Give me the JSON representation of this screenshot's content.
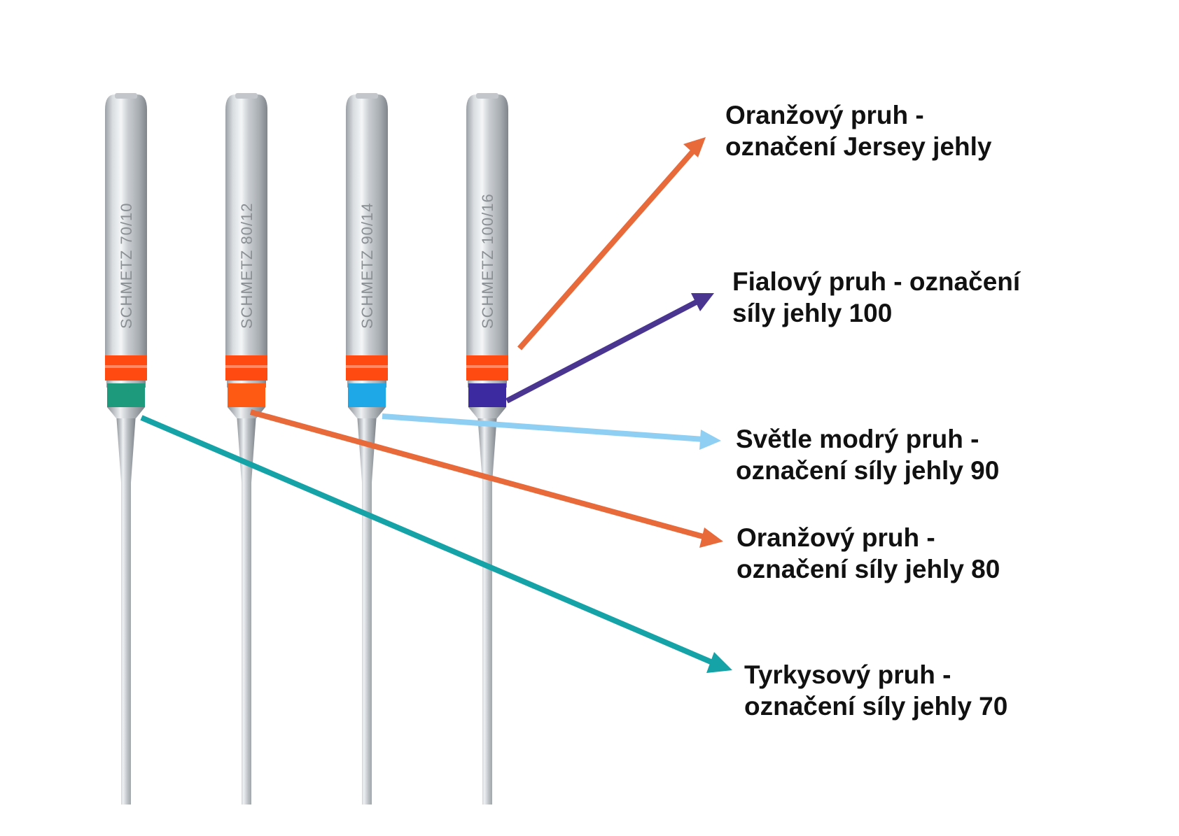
{
  "needles": [
    {
      "engraving": "SCHMETZ  70/10",
      "band_top_color": "#ff4a12",
      "band_bottom_color": "#1d9a7c",
      "band_bottom_name": "turquoise"
    },
    {
      "engraving": "SCHMETZ  80/12",
      "band_top_color": "#ff4a12",
      "band_bottom_color": "#ff5a14",
      "band_bottom_name": "orange"
    },
    {
      "engraving": "SCHMETZ  90/14",
      "band_top_color": "#ff4a12",
      "band_bottom_color": "#1fa8e8",
      "band_bottom_name": "light-blue"
    },
    {
      "engraving": "SCHMETZ  100/16",
      "band_top_color": "#ff4a12",
      "band_bottom_color": "#3c2aa0",
      "band_bottom_name": "violet"
    }
  ],
  "callouts": [
    {
      "id": "jersey",
      "line1": "Oranžový pruh -",
      "line2": "označení Jersey jehly",
      "arrow_color": "#e8693a"
    },
    {
      "id": "size100",
      "line1": "Fialový pruh - označení",
      "line2": "síly jehly 100",
      "arrow_color": "#4a3590"
    },
    {
      "id": "size90",
      "line1": "Světle modrý pruh -",
      "line2": "označení síly jehly 90",
      "arrow_color": "#8fcff3"
    },
    {
      "id": "size80",
      "line1": "Oranžový pruh -",
      "line2": "označení síly jehly 80",
      "arrow_color": "#e8693a"
    },
    {
      "id": "size70",
      "line1": "Tyrkysový pruh -",
      "line2": "označení síly jehly 70",
      "arrow_color": "#16a3a8"
    }
  ]
}
